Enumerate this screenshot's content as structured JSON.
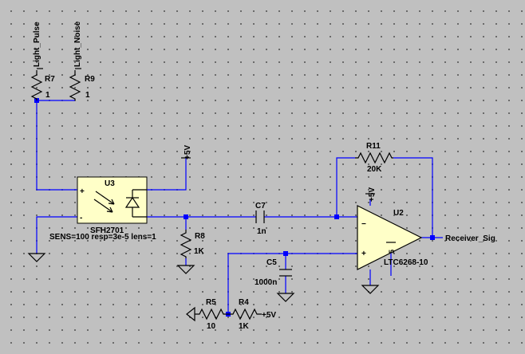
{
  "colors": {
    "background": "#c0c0c0",
    "wire": "#0000ff",
    "component": "#000000",
    "symbol_fill": "#ffffc8"
  },
  "nets": {
    "light_pulse": "Light_Pulse",
    "light_noise": "Light_Noise",
    "plus5v_top": "+5V",
    "plus5v_opamp": "+5V",
    "plus5v_divider": "+5V",
    "receiver_sig": "Receiver_Sig"
  },
  "components": {
    "r7": {
      "ref": "R7",
      "value": "1"
    },
    "r9": {
      "ref": "R9",
      "value": "1"
    },
    "r8": {
      "ref": "R8",
      "value": "1K"
    },
    "r11": {
      "ref": "R11",
      "value": "20K"
    },
    "r5": {
      "ref": "R5",
      "value": "10"
    },
    "r4": {
      "ref": "R4",
      "value": "1K"
    },
    "c7": {
      "ref": "C7",
      "value": "1n"
    },
    "c5": {
      "ref": "C5",
      "value": "1000n"
    },
    "u3": {
      "ref": "U3",
      "part": "SFH2701",
      "params": "SENS=100 resp=3e-5 lens=1",
      "pin_plus": "+",
      "pin_minus": "-"
    },
    "u2": {
      "ref": "U2",
      "part": "LTC6268-10",
      "pin_plus": "+",
      "pin_minus": "−",
      "pin5": "5"
    }
  }
}
